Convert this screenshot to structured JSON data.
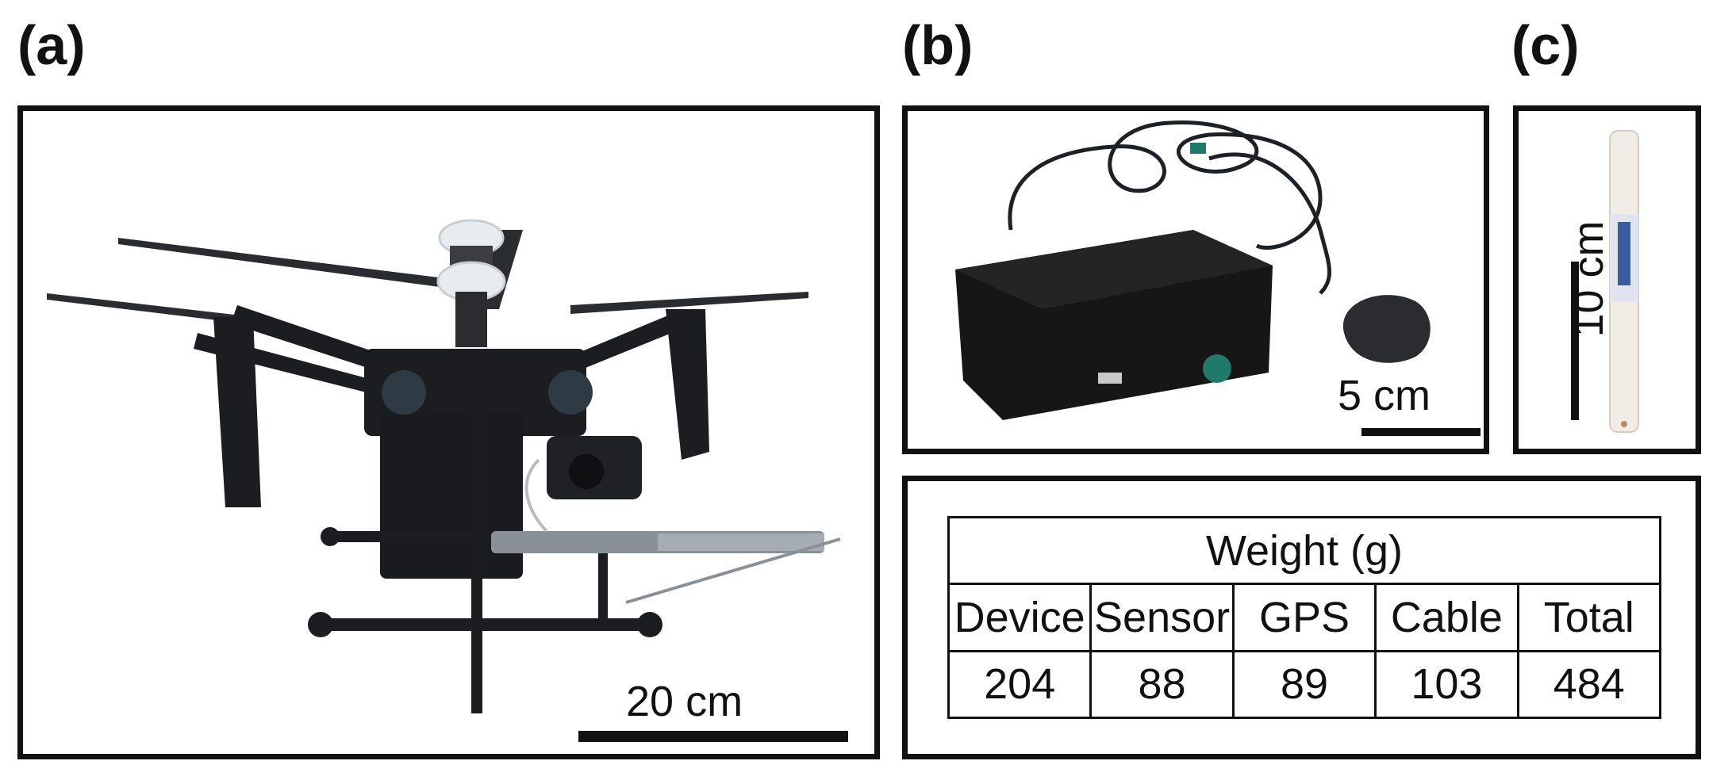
{
  "panels": {
    "a": {
      "label": "(a)",
      "scale_text": "20 cm"
    },
    "b": {
      "label": "(b)",
      "scale_text": "5 cm"
    },
    "c": {
      "label": "(c)",
      "scale_text": "10 cm"
    }
  },
  "table": {
    "title": "Weight (g)",
    "headers": [
      "Device",
      "Sensor",
      "GPS",
      "Cable",
      "Total"
    ],
    "values": [
      "204",
      "88",
      "89",
      "103",
      "484"
    ]
  },
  "colors": {
    "frame": "#111111",
    "drone_body": "#1c1d20",
    "sensor_white": "#e8ecef",
    "tube": "#8a9098",
    "device_box": "#161616",
    "probe": "#f1ede6",
    "probe_band": "#3c5aa0",
    "port_green": "#1f7a6a"
  },
  "icons": [
    "drone-image",
    "gps-logger-image",
    "probe-image"
  ]
}
